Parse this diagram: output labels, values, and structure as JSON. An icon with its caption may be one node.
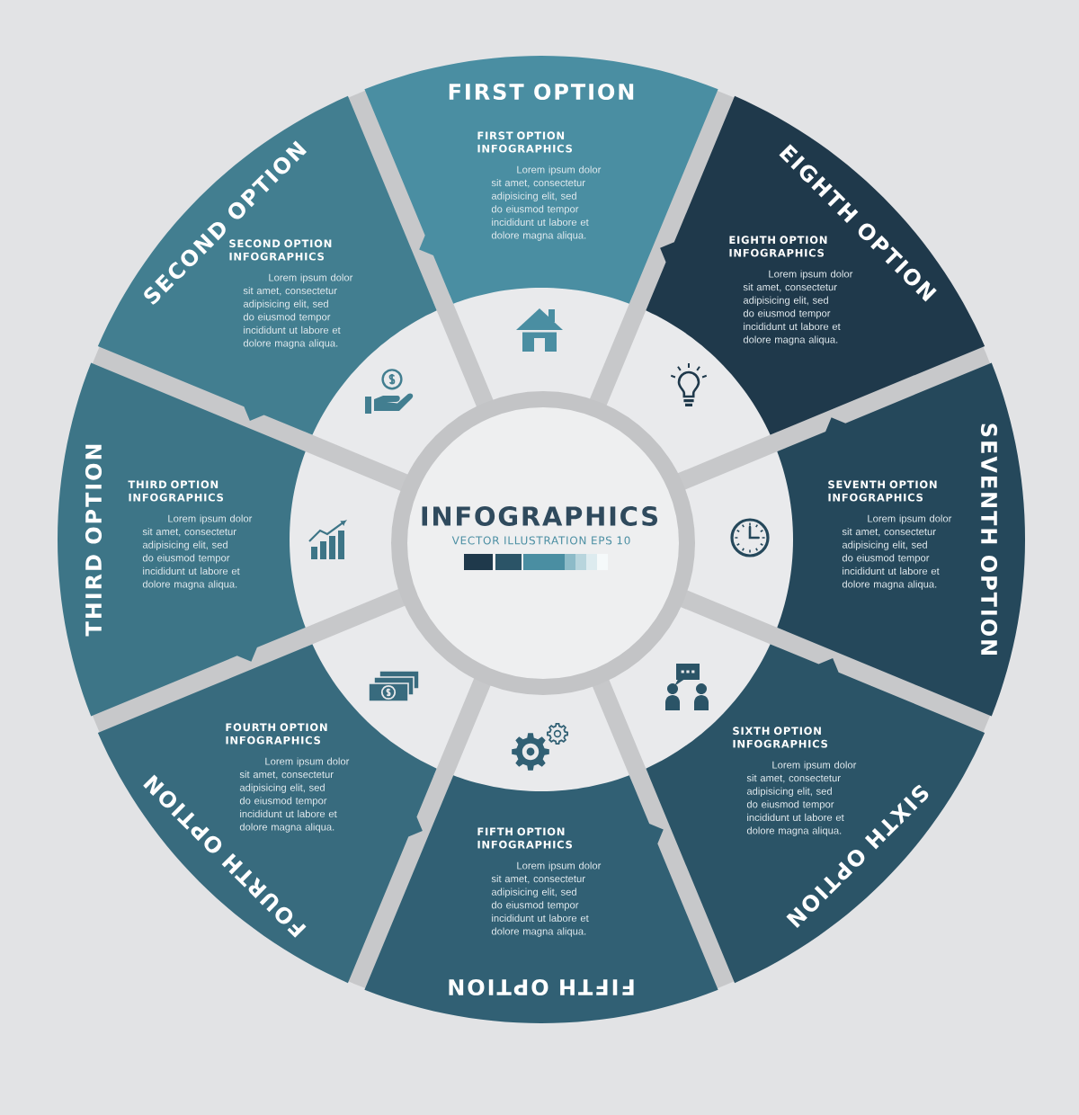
{
  "diagram": {
    "nodes": [
      {
        "text": [
          "FIRST OPTION",
          "FIRST OPTION INFOGRAPHICS",
          "Lorem ipsum dolor sit amet, consectetur adipisicing elit, sed do eiusmod tempor incididunt ut labore et dolore magna aliqua."
        ]
      },
      {
        "text": [
          "SECOND OPTION",
          "SECOND OPTION INFOGRAPHICS",
          "Lorem ipsum dolor sit amet, consectetur adipisicing elit, sed do eiusmod tempor incididunt ut labore et dolore magna aliqua."
        ]
      },
      {
        "text": [
          "THIRD OPTION",
          "THIRD OPTION INFOGRAPHICS",
          "Lorem ipsum dolor sit amet, consectetur adipisicing elit, sed do eiusmod tempor incididunt ut labore et dolore magna aliqua."
        ]
      },
      {
        "text": [
          "FOURTH OPTION",
          "FOURTH OPTION INFOGRAPHICS",
          "Lorem ipsum dolor sit amet, consectetur adipisicing elit, sed do eiusmod tempor incididunt ut labore et dolore magna aliqua."
        ]
      },
      {
        "text": [
          "FIFTH OPTION",
          "FIFTH OPTION INFOGRAPHICS",
          "Lorem ipsum dolor sit amet, consectetur adipisicing elit, sed do eiusmod tempor incididunt ut labore et dolore magna aliqua."
        ]
      },
      {
        "text": [
          "SIXTH OPTION",
          "SIXTH OPTION INFOGRAPHICS",
          "Lorem ipsum dolor sit amet, consectetur adipisicing elit, sed do eiusmod tempor incididunt ut labore et dolore magna aliqua."
        ]
      },
      {
        "text": [
          "SEVENTH OPTION",
          "SEVENTH OPTION INFOGRAPHICS",
          "Lorem ipsum dolor sit amet, consectetur adipisicing elit, sed do eiusmod tempor incididunt ut labore et dolore magna aliqua."
        ]
      },
      {
        "text": [
          "EIGHTH OPTION",
          "EIGHTH OPTION INFOGRAPHICS",
          "Lorem ipsum dolor sit amet, consectetur adipisicing elit, sed do eiusmod tempor incididunt ut labore et dolore magna aliqua."
        ]
      },
      {
        "text": [
          "INFOGRAPHICS",
          "VECTOR ILLUSTRATION EPS 10"
        ]
      }
    ]
  }
}
